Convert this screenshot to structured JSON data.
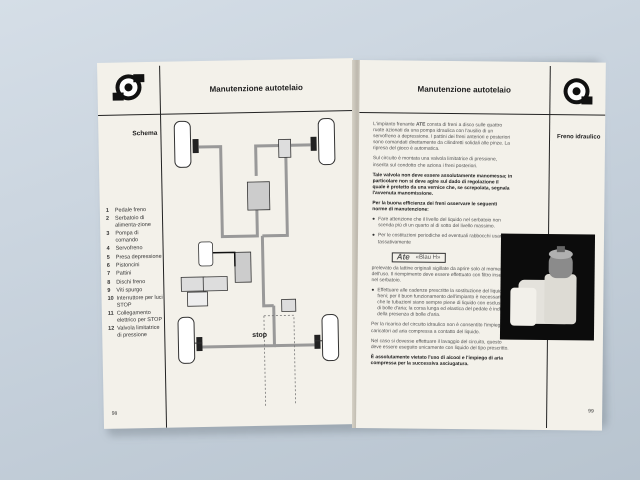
{
  "left_page": {
    "header_title": "Manutenzione autotelaio",
    "section_label": "Schema",
    "legend": [
      {
        "num": "1",
        "text": "Pedale freno"
      },
      {
        "num": "2",
        "text": "Serbatoio di alimenta-zione"
      },
      {
        "num": "3",
        "text": "Pompa di comando"
      },
      {
        "num": "4",
        "text": "Servofreno"
      },
      {
        "num": "5",
        "text": "Presa depressione"
      },
      {
        "num": "6",
        "text": "Pistoncini"
      },
      {
        "num": "7",
        "text": "Pattini"
      },
      {
        "num": "8",
        "text": "Dischi freno"
      },
      {
        "num": "9",
        "text": "Viti spurgo"
      },
      {
        "num": "10",
        "text": "Interruttore per luci STOP"
      },
      {
        "num": "11",
        "text": "Collegamento elettrico per STOP"
      },
      {
        "num": "12",
        "text": "Valvola limitatrice di pressione"
      }
    ],
    "diagram_stop_label": "stop",
    "page_number": "98"
  },
  "right_page": {
    "header_title": "Manutenzione autotelaio",
    "section_label": "Freno idraulico",
    "paragraphs": {
      "p1_pre": "L'impianto frenante ",
      "p1_brand": "ATE",
      "p1_post": " consta di freni a disco sulle quattro ruote azionati da una pompa idraulica con l'ausilio di un servofreno a depressione. I pattini dei freni anteriori e posteriori sono comandati direttamente da cilindretti solidali alle pinze. La ripresa del gioco è automatica.",
      "p2": "Sul circuito è montata una valvola limitatrice di pressione, inserita sul condotto che aziona i freni posteriori.",
      "p3": "Tale valvola non deve essere assolutamente manomessa; in particolare non si deve agire sul dado di regolazione il quale è protetto da una vernice che, se screpolata, segnala l'avvenuta manomissione.",
      "p4": "Per la buona efficienza dei freni osservare le seguenti norme di manutenzione:",
      "bullet1": "Fare attenzione che il livello del liquido nel serbatoio non scenda più di un quarto al di sotto del livello massimo.",
      "bullet2": "Per le costituzioni periodiche ed eventuali rabbocchi usare tassativamente",
      "ate_logo_text": "Ate",
      "ate_product": "«Blau H»",
      "p5": "prelevato da lattine originali sigillate da aprire solo al momento dell'uso. Il riempimento deve essere effettuato con filtro inserito nel serbatoio.",
      "bullet3": "Effettuare alle cadenze prescritte la sostituzione del liquido freni; per il buon funzionamento dell'impianto è necessario che le tubazioni siano sempre piene di liquido con esclusione di bolle d'aria; la corsa lunga ed elastica del pedale è indice della presenza di bolle d'aria.",
      "p6": "Per la ricarica del circuito idraulico non è consentito l'impiego di caricatori ad aria compressa a contatto del liquido.",
      "p7": "Nel caso si dovesse effettuare il lavaggio del circuito, questo deve essere eseguito unicamente con liquido del tipo prescritto.",
      "p8": "È assolutamente vietato l'uso di alcool e l'impiego di aria compressa per la successiva asciugatura."
    },
    "page_number": "99"
  }
}
